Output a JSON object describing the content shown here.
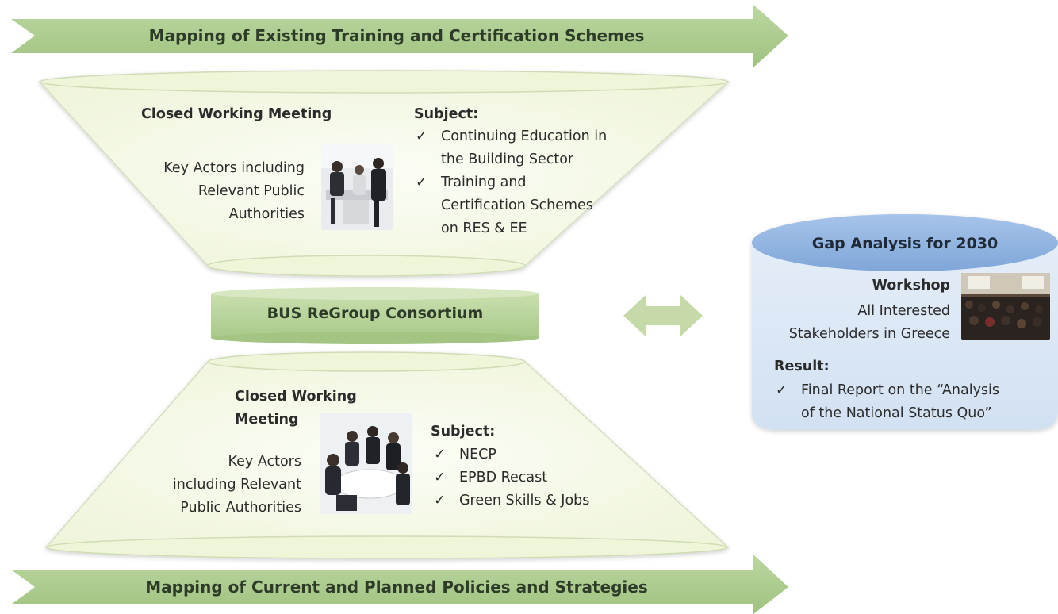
{
  "colors": {
    "arrow_green": "#a9c98a",
    "funnel_fill": "#f4f8e6",
    "funnel_stroke": "#cfdcb6",
    "bar_green": "#b7d198",
    "double_arrow": "#c5d9a9",
    "gap_box": "#d9e6f4",
    "gap_header": "#8fb3e0"
  },
  "top_arrow": {
    "label": "Mapping of Existing Training and Certification Schemes"
  },
  "bottom_arrow": {
    "label": "Mapping of Current and Planned Policies and Strategies"
  },
  "consortium": {
    "label": "BUS ReGroup Consortium"
  },
  "upper_funnel": {
    "meeting_title": "Closed Working Meeting",
    "actors_lines": [
      "Key Actors including",
      "Relevant Public",
      "Authorities"
    ],
    "subject_label": "Subject:",
    "subjects": [
      {
        "lines": [
          "Continuing Education in",
          "the Building Sector"
        ]
      },
      {
        "lines": [
          "Training and",
          "Certification Schemes",
          "on RES & EE"
        ]
      }
    ]
  },
  "lower_funnel": {
    "meeting_title_lines": [
      "Closed Working",
      "Meeting"
    ],
    "actors_lines": [
      "Key Actors",
      "including Relevant",
      "Public Authorities"
    ],
    "subject_label": "Subject:",
    "subjects": [
      "NECP",
      "EPBD Recast",
      "Green Skills & Jobs"
    ]
  },
  "gap_analysis": {
    "title": "Gap Analysis for 2030",
    "workshop_label": "Workshop",
    "audience_lines": [
      "All Interested",
      "Stakeholders in Greece"
    ],
    "result_label": "Result:",
    "result_lines": [
      "Final Report on the “Analysis",
      "of the National Status Quo”"
    ]
  },
  "check_mark": "✓",
  "icons": [
    "meeting-photo",
    "business-team-photo",
    "workshop-audience-photo",
    "double-arrow-icon",
    "checkmark-icon"
  ]
}
